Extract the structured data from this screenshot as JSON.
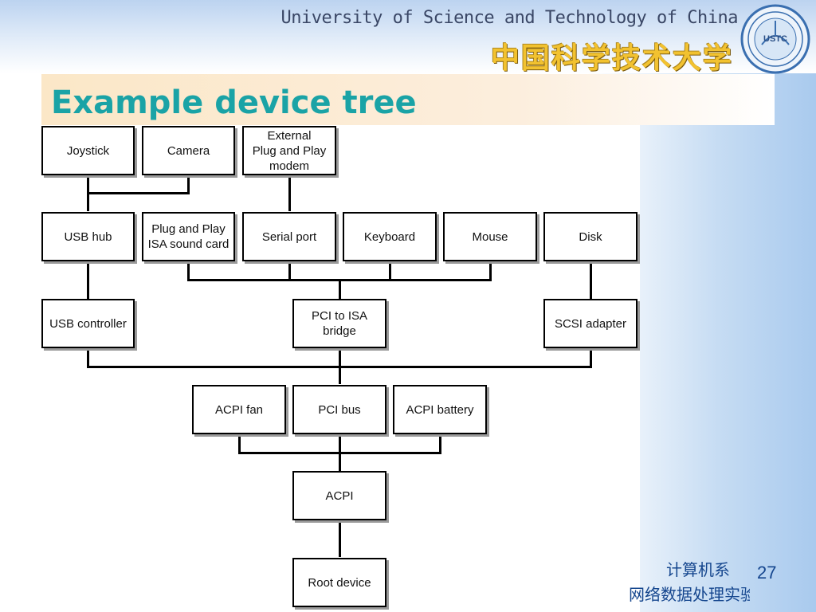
{
  "header": {
    "university_en": "University of Science and Technology of China",
    "university_cn": "中国科学技术大学",
    "logo_text": "USTC"
  },
  "slide": {
    "title": "Example device tree",
    "footer_dept": "计算机系",
    "footer_lab": "网络数据处理实验室",
    "page_number": "27"
  },
  "diagram": {
    "nodes": {
      "joystick": "Joystick",
      "camera": "Camera",
      "modem": "External\nPlug and Play\nmodem",
      "usb_hub": "USB hub",
      "isa_sound": "Plug and Play\nISA sound card",
      "serial_port": "Serial port",
      "keyboard": "Keyboard",
      "mouse": "Mouse",
      "disk": "Disk",
      "usb_controller": "USB controller",
      "pci_isa_bridge": "PCI to ISA\nbridge",
      "scsi_adapter": "SCSI adapter",
      "acpi_fan": "ACPI fan",
      "pci_bus": "PCI bus",
      "acpi_battery": "ACPI battery",
      "acpi": "ACPI",
      "root": "Root device"
    }
  }
}
